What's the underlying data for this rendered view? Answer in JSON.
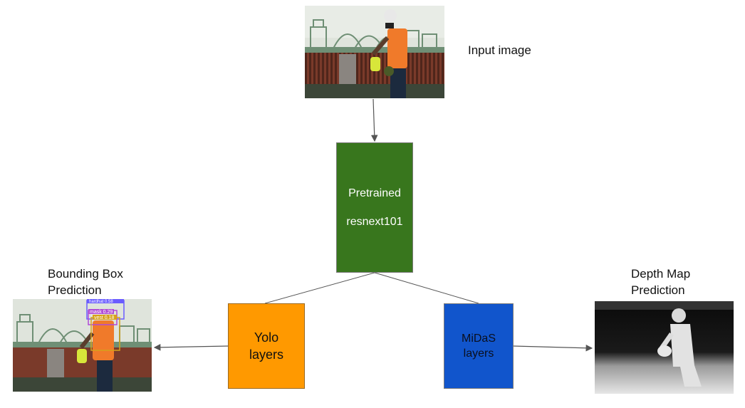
{
  "input_label": "Input image",
  "backbone": {
    "line1": "Pretrained",
    "line2": "resnext101"
  },
  "yolo": {
    "line1": "Yolo",
    "line2": "layers"
  },
  "midas": {
    "line1": "MiDaS",
    "line2": "layers"
  },
  "bbox_label": {
    "line1": "Bounding Box",
    "line2": "Prediction"
  },
  "depth_label": {
    "line1": "Depth Map",
    "line2": "Prediction"
  },
  "detections": [
    {
      "text": "hardhat 0.58",
      "color": "#6a5cff"
    },
    {
      "text": "mask 0.29",
      "color": "#b04bd6"
    },
    {
      "text": "vest 0.18",
      "color": "#d6a21b"
    }
  ],
  "colors": {
    "green": "#38761d",
    "orange": "#ff9900",
    "blue": "#1155cc"
  }
}
